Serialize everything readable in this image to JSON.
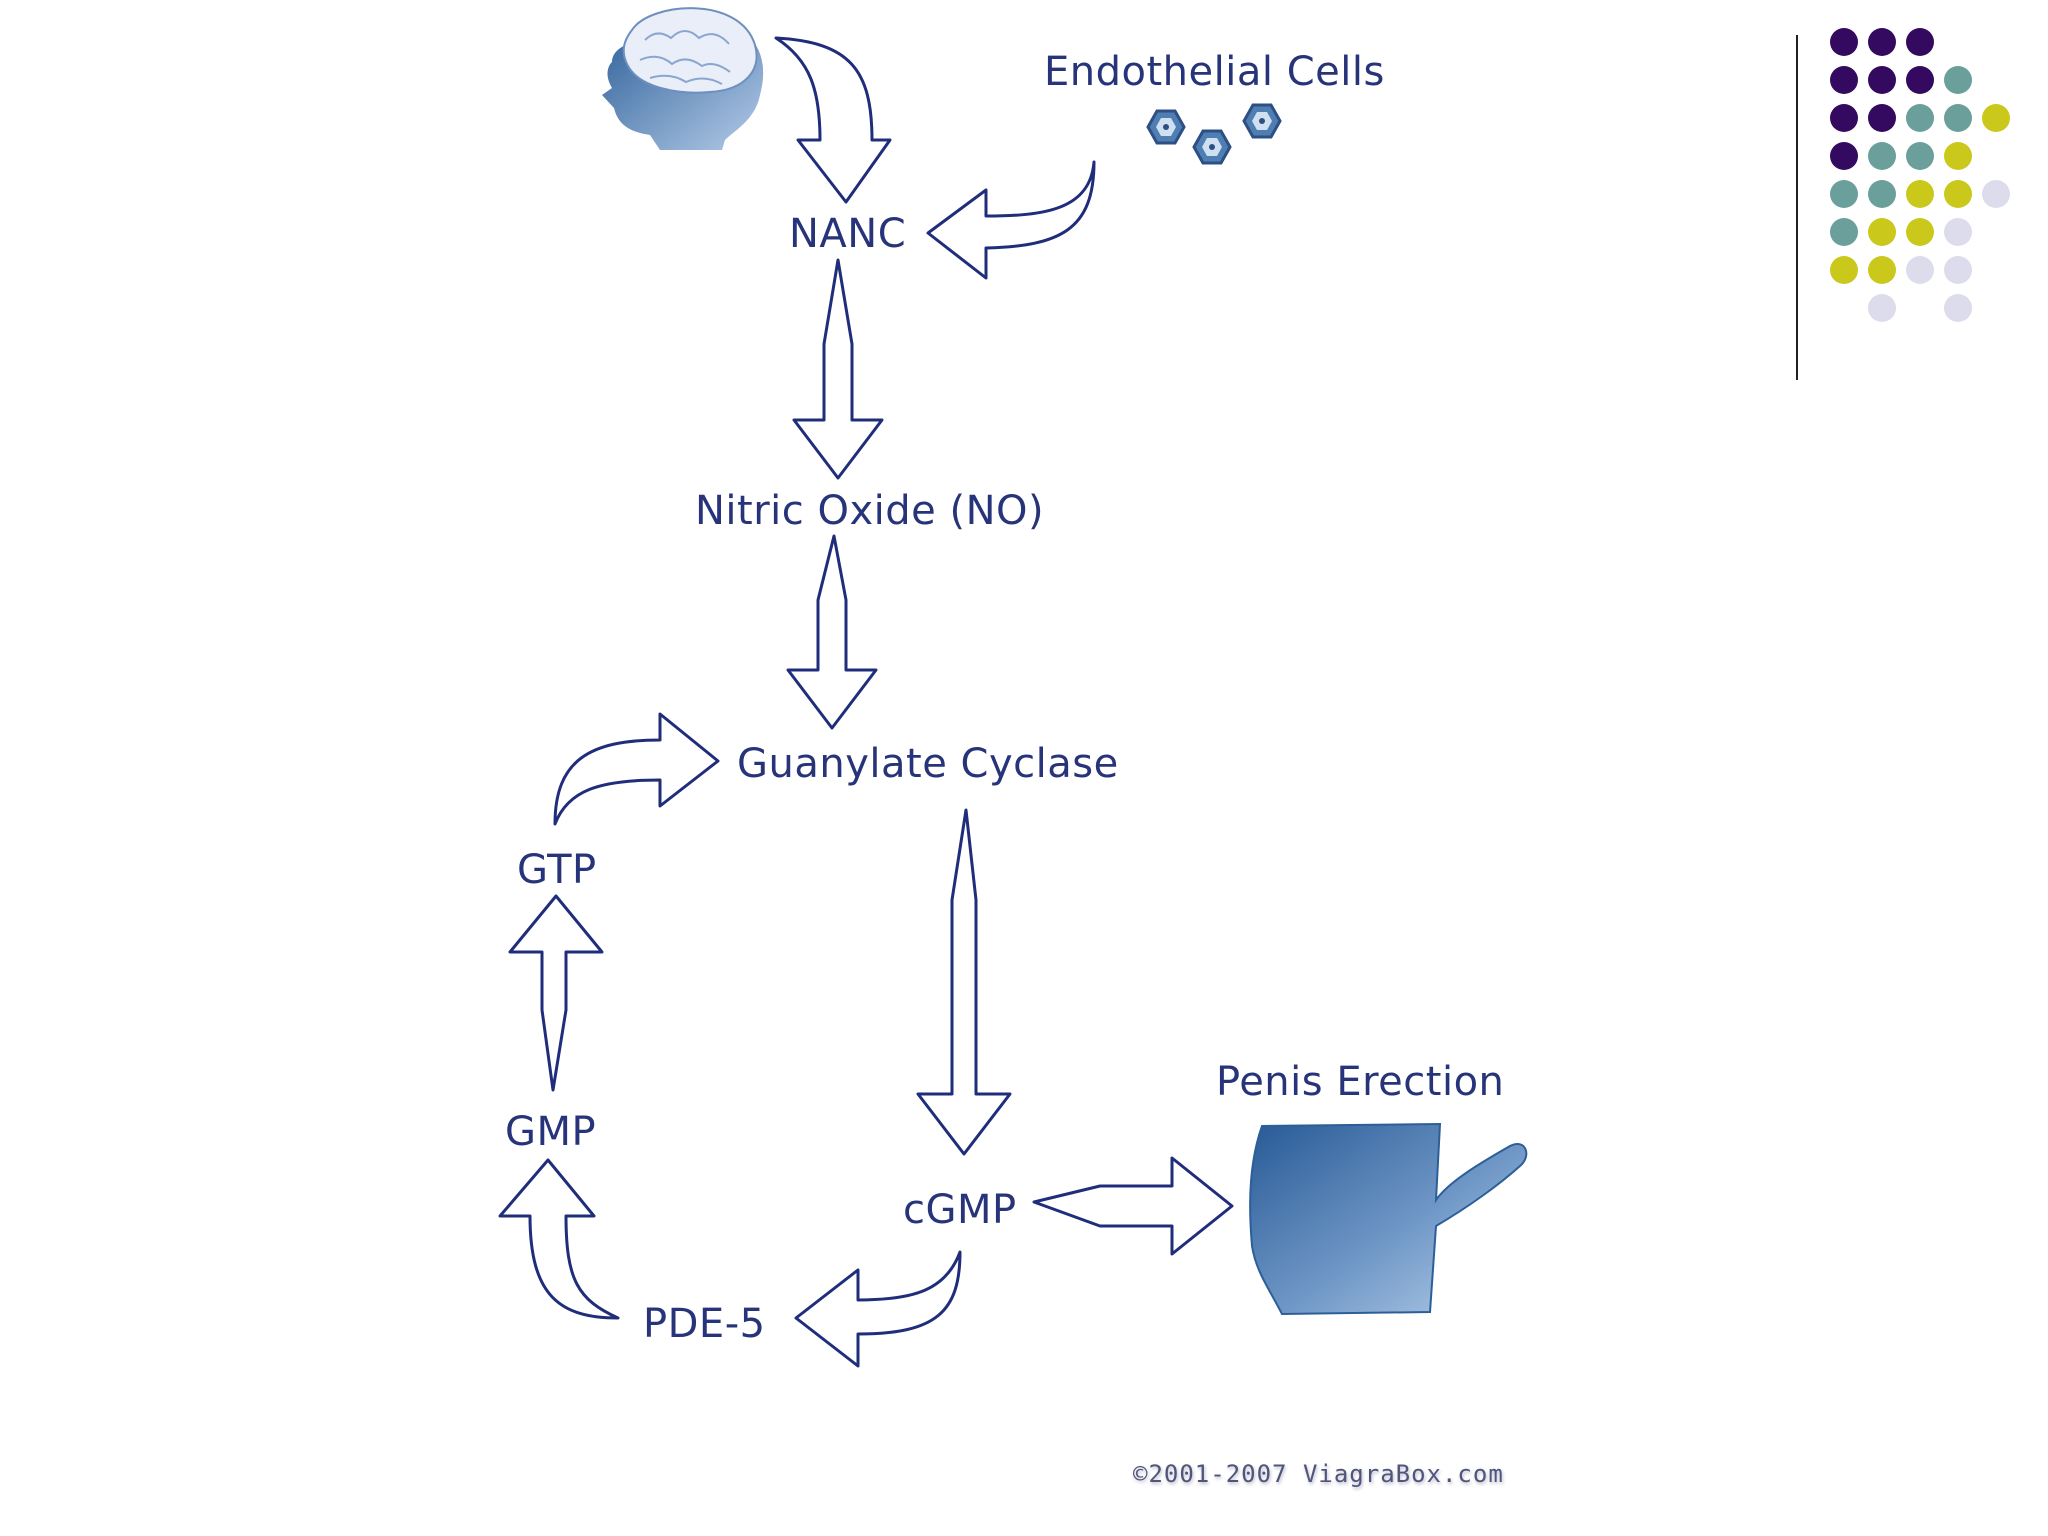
{
  "labels": {
    "endothelial": "Endothelial Cells",
    "nanc": "NANC",
    "no": "Nitric Oxide (NO)",
    "gc": "Guanylate Cyclase",
    "gtp": "GTP",
    "gmp": "GMP",
    "cgmp": "cGMP",
    "pde5": "PDE-5",
    "erection": "Penis Erection"
  },
  "credit": "©2001-2007 ViagraBox.com",
  "colors": {
    "label": "#27347a",
    "arrow_stroke": "#1f2d7a",
    "figure_dark": "#2c5e98",
    "figure_light": "#b4cce8",
    "dot_purple": "#330a5f",
    "dot_teal": "#6b9f9c",
    "dot_yellow": "#c9c81b",
    "dot_lavender": "#dcdcec"
  },
  "decor_dots": [
    [
      "purple",
      "purple",
      "purple",
      "",
      ""
    ],
    [
      "purple",
      "purple",
      "purple",
      "teal",
      ""
    ],
    [
      "purple",
      "purple",
      "teal",
      "teal",
      "yellow"
    ],
    [
      "purple",
      "teal",
      "teal",
      "yellow",
      ""
    ],
    [
      "teal",
      "teal",
      "yellow",
      "yellow",
      "lavender"
    ],
    [
      "teal",
      "yellow",
      "yellow",
      "lavender",
      ""
    ],
    [
      "yellow",
      "yellow",
      "lavender",
      "lavender",
      ""
    ],
    [
      "",
      "lavender",
      "",
      "lavender",
      ""
    ]
  ]
}
